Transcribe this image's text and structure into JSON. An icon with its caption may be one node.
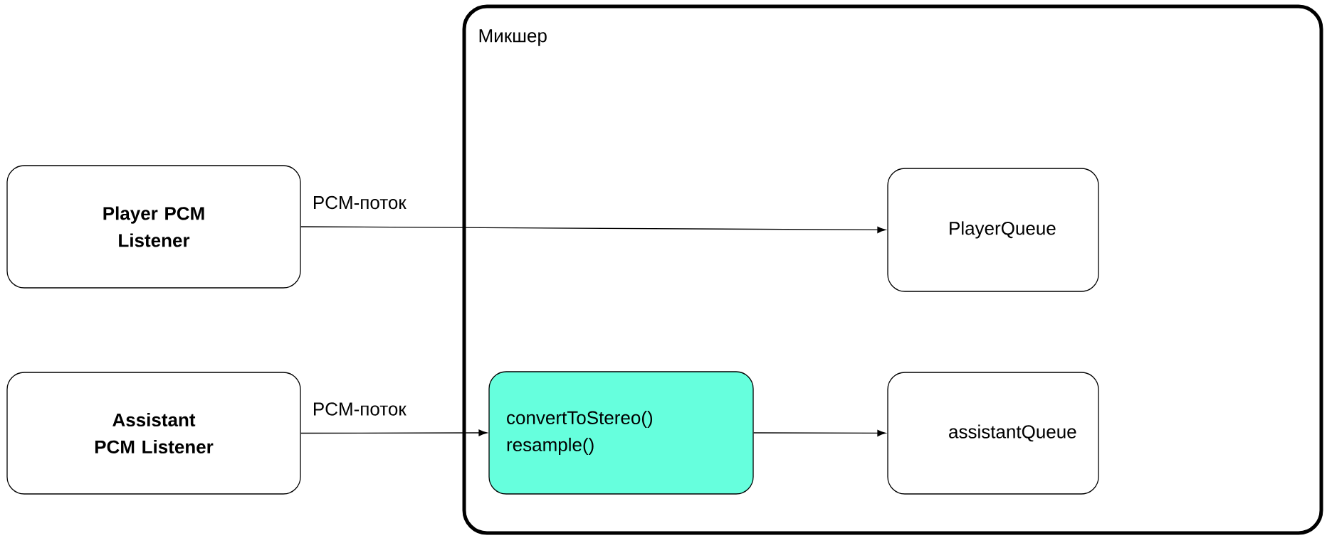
{
  "diagram": {
    "nodes": [
      {
        "text": [
          "Микшер"
        ]
      },
      {
        "text": [
          "Player PCM Listener"
        ]
      },
      {
        "text": [
          "PlayerQueue"
        ],
        "in": 0
      },
      {
        "text": [
          "Assistant PCM Listener"
        ]
      },
      {
        "text": [
          "convertToStereo() resample()"
        ],
        "in": 0
      },
      {
        "text": [
          "assistantQueue"
        ],
        "in": 0
      }
    ],
    "edges": [
      {
        "from": 1,
        "to": 2,
        "arrow": "to",
        "label": "PCM-поток"
      },
      {
        "from": 3,
        "to": 4,
        "arrow": "to",
        "label": "PCM-поток"
      },
      {
        "from": 4,
        "to": 5,
        "arrow": "to"
      }
    ]
  }
}
